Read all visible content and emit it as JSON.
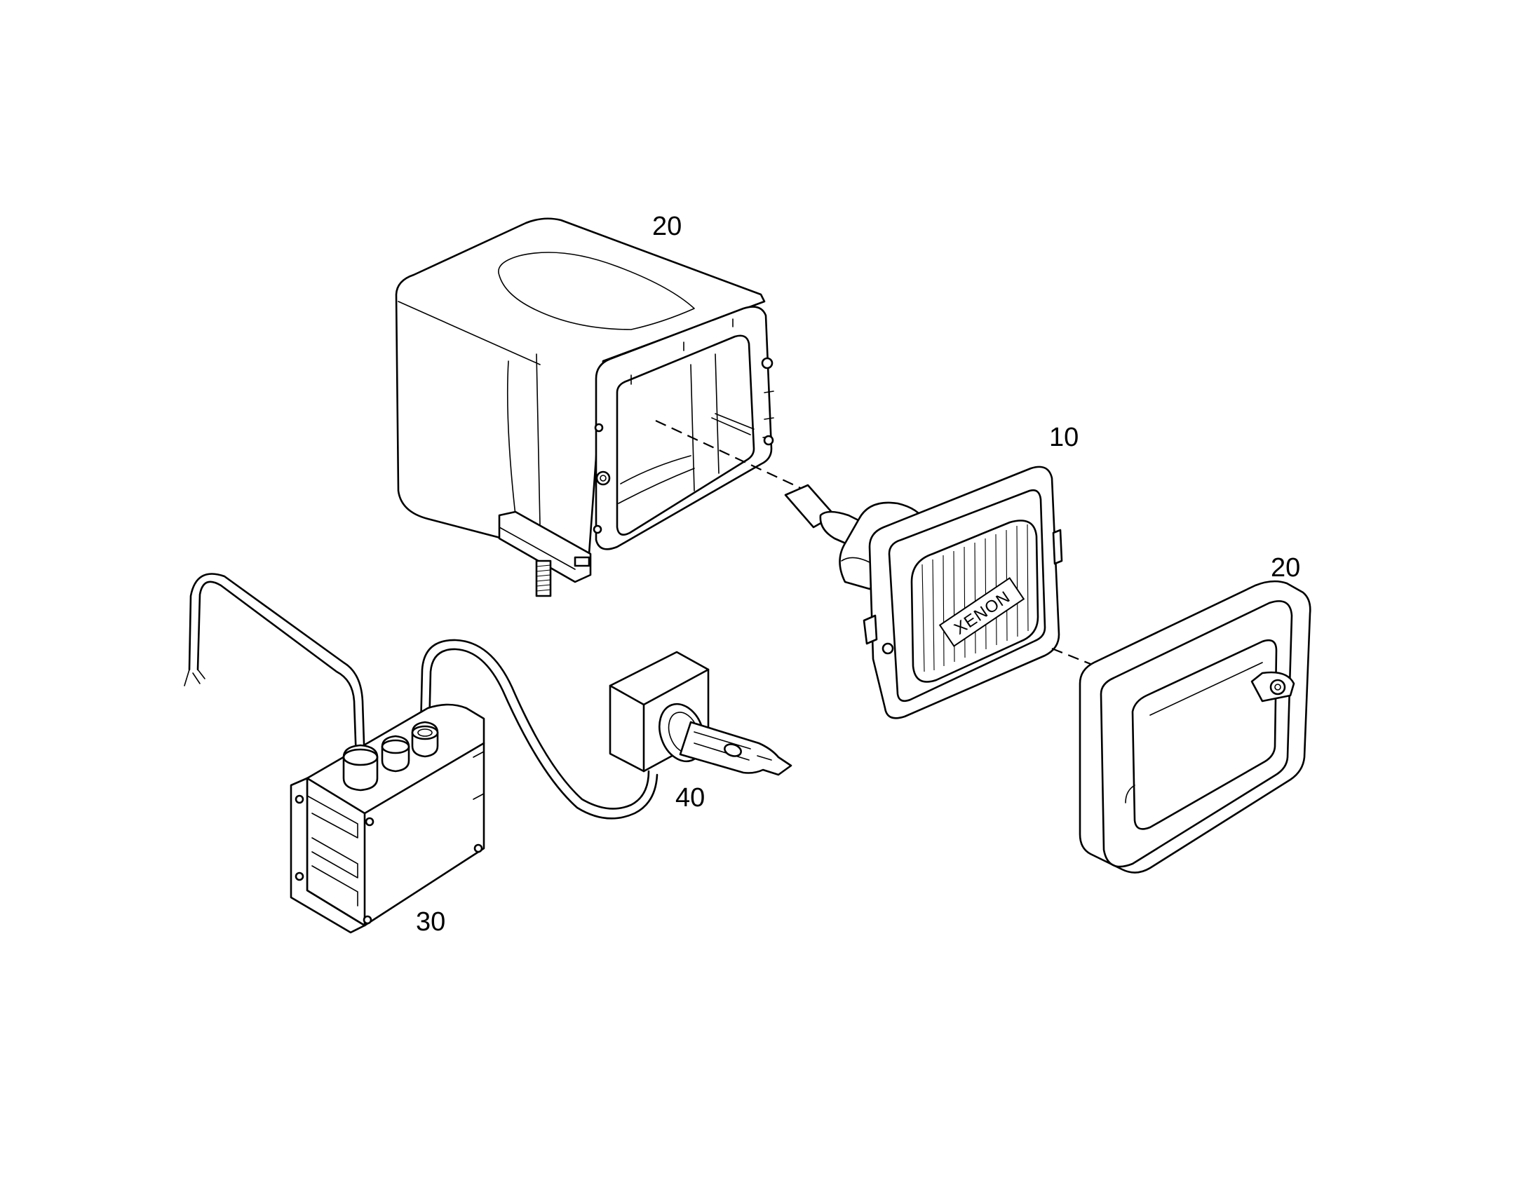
{
  "callouts": {
    "housing": "20",
    "lamp_insert": "10",
    "front_frame": "20",
    "ballast": "30",
    "bulb": "40"
  },
  "lamp_insert": {
    "lens_label": "XENON"
  }
}
